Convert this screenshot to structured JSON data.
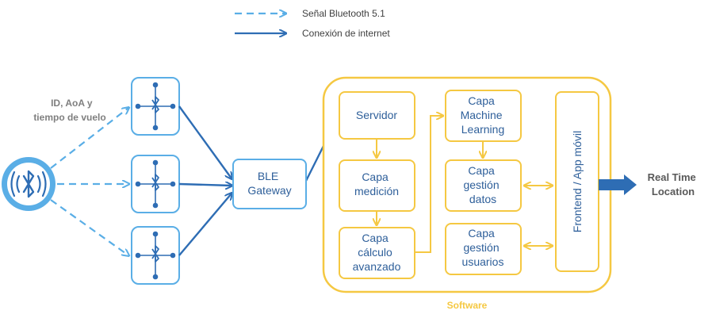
{
  "legend": {
    "bluetooth_label": "Señal Bluetooth 5.1",
    "internet_label": "Conexión de internet"
  },
  "source": {
    "signal_label_line1": "ID, AoA y",
    "signal_label_line2": "tiempo de vuelo"
  },
  "gateway": {
    "line1": "BLE",
    "line2": "Gateway"
  },
  "software": {
    "label": "Software",
    "servidor": "Servidor",
    "medicion": [
      "Capa",
      "medición"
    ],
    "calculo": [
      "Capa",
      "cálculo",
      "avanzado"
    ],
    "ml": [
      "Capa",
      "Machine",
      "Learning"
    ],
    "datos": [
      "Capa",
      "gestión",
      "datos"
    ],
    "usuarios": [
      "Capa",
      "gestión",
      "usuarios"
    ],
    "frontend": "Frontend / App móvil"
  },
  "output": {
    "line1": "Real Time",
    "line2": "Location"
  },
  "colors": {
    "blue_dark": "#2e6db4",
    "blue_light": "#5aaee6",
    "yellow": "#f5c842",
    "text_blue": "#2e5f9a",
    "text_gray": "#7f7f7f",
    "text_dark": "#404040",
    "text_label": "#595959"
  },
  "icons": {
    "beacon": "bluetooth-beacon-icon",
    "anchor": "bluetooth-antenna-icon"
  }
}
